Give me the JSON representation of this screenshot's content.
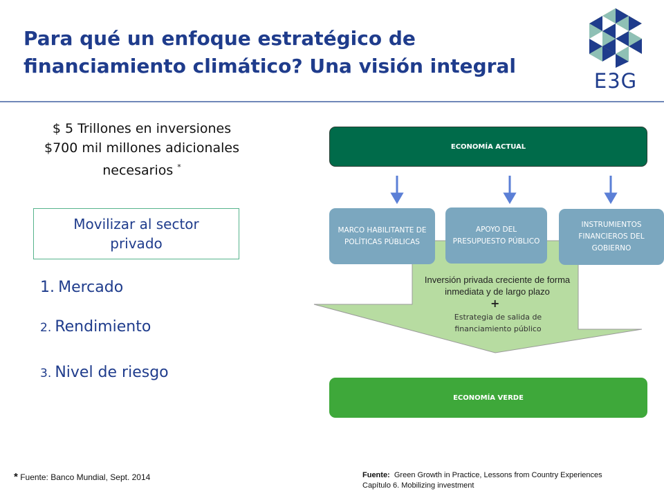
{
  "slide": {
    "title_line1": "Para qué un enfoque estratégico de",
    "title_line2": "financiamiento climático? Una visión integral",
    "logo_text": "E3G"
  },
  "left": {
    "stat_line1": "$ 5 Trillones en inversiones",
    "stat_line2": "$700 mil millones adicionales",
    "stat_line3": "necesarios",
    "stat_star": "*",
    "mobilize_box": "Movilizar al sector privado",
    "factors": [
      {
        "num": "1.",
        "label": "Mercado"
      },
      {
        "num": "2.",
        "label": "Rendimiento"
      },
      {
        "num": "3.",
        "label": "Nivel de riesgo"
      }
    ]
  },
  "diagram": {
    "top_box": "ECONOMÍA ACTUAL",
    "bottom_box": "ECONOMÍA VERDE",
    "pillars": [
      "MARCO HABILITANTE DE POLÍTICAS PÚBLICAS",
      "APOYO DEL PRESUPUESTO PÚBLICO",
      "INSTRUMIENTOS FINANCIEROS DEL GOBIERNO"
    ],
    "arrow_text_main": "Inversión privada creciente de forma inmediata y de largo plazo",
    "arrow_plus": "+",
    "arrow_text_sub": "Estrategia de salida de financiamiento público",
    "colors": {
      "dark_green": "#006b4a",
      "light_green": "#3ea83a",
      "arrow_fill": "#b7dca1",
      "pillar_blue": "#7ba7bf",
      "down_arrow_blue": "#5b7fd6"
    }
  },
  "footer": {
    "left_star": "*",
    "left_text": "Fuente: Banco Mundial, Sept. 2014",
    "right_label": "Fuente:",
    "right_line1": "Green Growth in Practice, Lessons from Country Experiences",
    "right_line2": "Capítulo 6.  Mobilizing investment"
  }
}
